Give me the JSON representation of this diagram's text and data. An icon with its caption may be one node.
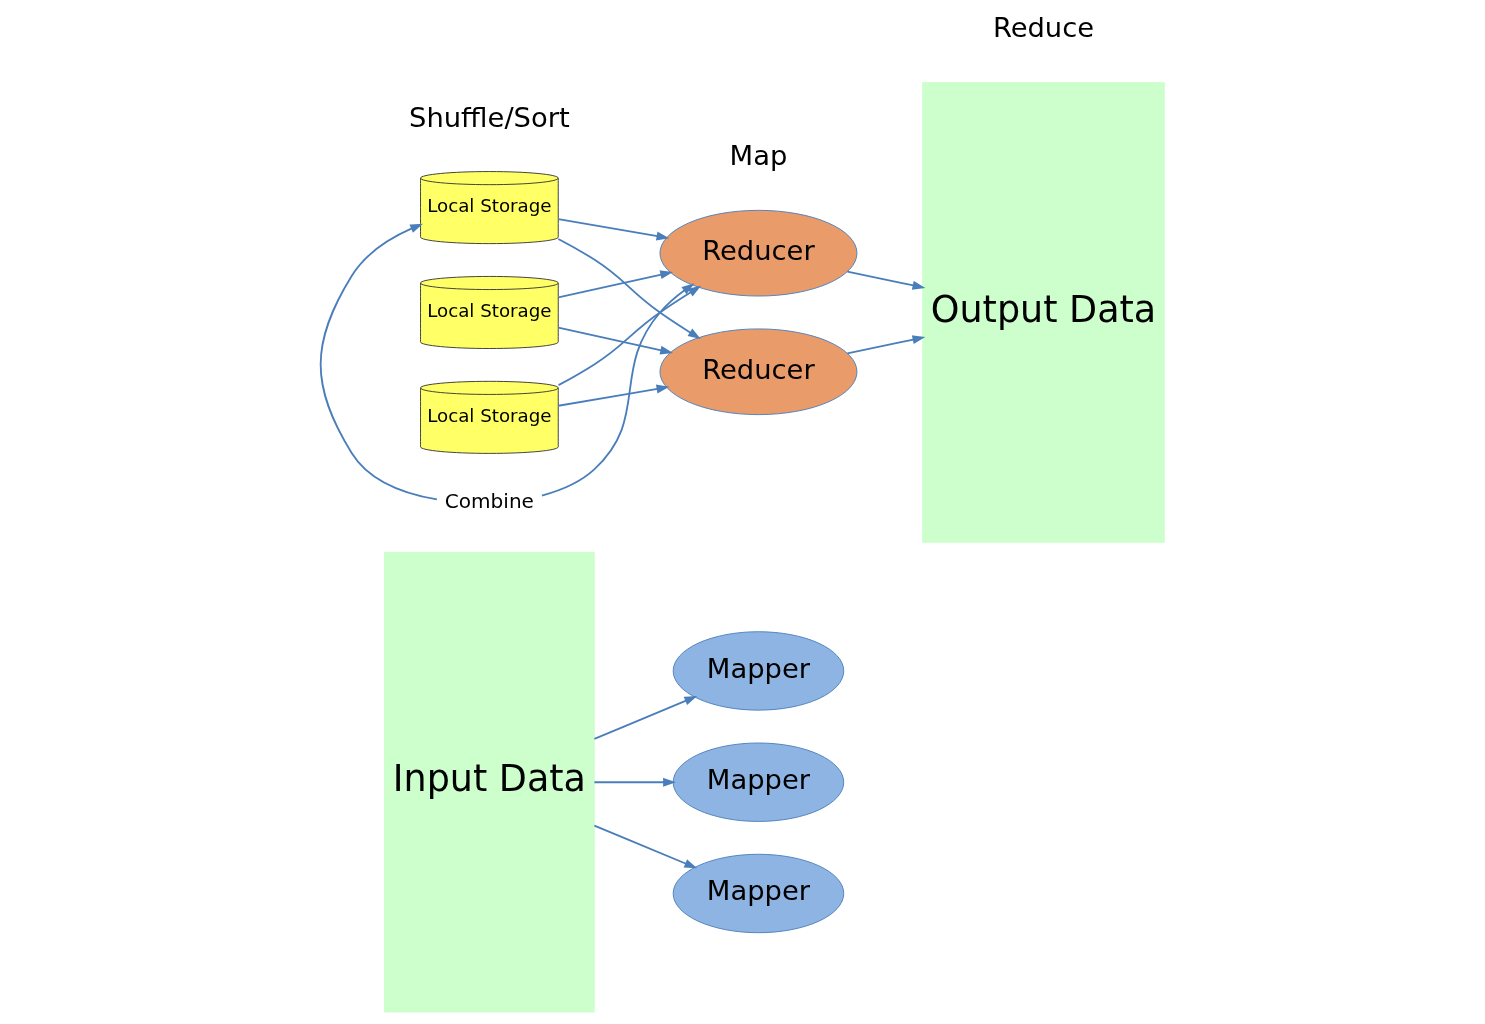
{
  "diagram": {
    "nodes": [
      {
        "text": [
          "Input Data"
        ]
      },
      {
        "text": [
          "Mapper"
        ]
      },
      {
        "text": [
          "Local Storage"
        ]
      },
      {
        "text": [
          "Mapper"
        ]
      },
      {
        "text": [
          "Local Storage"
        ]
      },
      {
        "text": [
          "Mapper"
        ]
      },
      {
        "text": [
          "Local Storage"
        ]
      },
      {
        "text": [
          "Reducer"
        ]
      },
      {
        "text": [
          "Reducer"
        ]
      },
      {
        "text": [
          "Output Data"
        ]
      },
      {
        "text": [
          "Combine"
        ]
      }
    ],
    "edges": [
      {
        "from": 0,
        "to": 1,
        "arrow": "to"
      },
      {
        "from": 0,
        "to": 3,
        "arrow": "to"
      },
      {
        "from": 0,
        "to": 5,
        "arrow": "to"
      },
      {
        "from": 2,
        "to": 7,
        "arrow": "to"
      },
      {
        "from": 2,
        "to": 8,
        "arrow": "to"
      },
      {
        "from": 4,
        "to": 7,
        "arrow": "to"
      },
      {
        "from": 4,
        "to": 8,
        "arrow": "to"
      },
      {
        "from": 6,
        "to": 7,
        "arrow": "to"
      },
      {
        "from": 6,
        "to": 8,
        "arrow": "to"
      },
      {
        "from": 7,
        "to": 9,
        "arrow": "to"
      },
      {
        "from": 8,
        "to": 9,
        "arrow": "to"
      },
      {
        "from": 10,
        "to": 2,
        "arrow": "to"
      },
      {
        "from": 10,
        "to": 7,
        "arrow": "to"
      }
    ],
    "labels": [
      "Map",
      "Shuffle/Sort",
      "Reduce"
    ]
  }
}
